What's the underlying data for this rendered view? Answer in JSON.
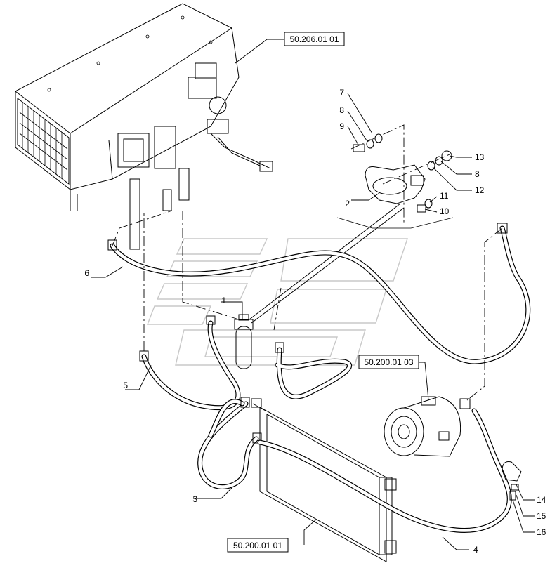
{
  "references": {
    "heater_unit": "50.206.01 01",
    "compressor": "50.200.01 03",
    "condenser": "50.200.01 01"
  },
  "callouts": [
    "1",
    "2",
    "3",
    "4",
    "5",
    "6",
    "7",
    "8",
    "9",
    "10",
    "11",
    "12",
    "13",
    "14",
    "15",
    "16"
  ],
  "callout_8b": "8"
}
